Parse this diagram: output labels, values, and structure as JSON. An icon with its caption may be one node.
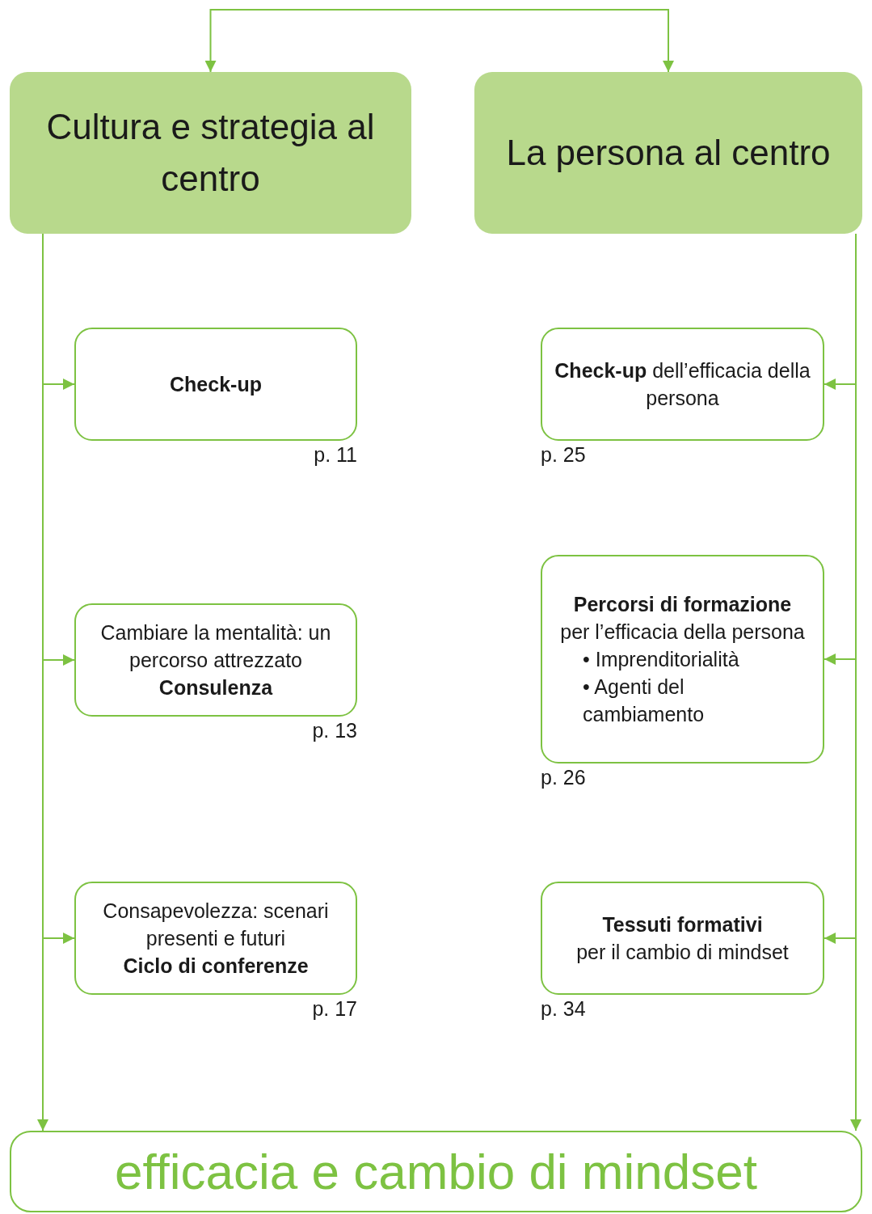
{
  "diagram": {
    "nodes": [
      {
        "text": [
          "Cultura e strategia al centro"
        ]
      },
      {
        "text": [
          "La persona al centro"
        ]
      },
      {
        "text": [
          "Check-up"
        ],
        "beside": [
          "p. 11"
        ]
      },
      {
        "text": [
          "**Check-up** dell’efficacia della persona"
        ],
        "beside": [
          "p. 25"
        ]
      },
      {
        "text": [
          "Cambiare la mentalità: un percorso attrezzato",
          "Consulenza"
        ],
        "beside": [
          "p. 13"
        ]
      },
      {
        "text": [
          "Percorsi di formazione",
          "per l’efficacia della persona",
          "• Imprenditorialità",
          "• Agenti del cambiamento"
        ],
        "beside": [
          "p. 26"
        ]
      },
      {
        "text": [
          "Consapevolezza: scenari presenti e futuri",
          "Ciclo di conferenze"
        ],
        "beside": [
          "p. 17"
        ]
      },
      {
        "text": [
          "Tessuti formativi",
          "per il cambio di mindset"
        ],
        "beside": [
          "p. 34"
        ]
      },
      {
        "text": [
          "efficacia e cambio di mindset"
        ]
      }
    ],
    "edges": [
      {
        "from": 0,
        "to": 1,
        "arrow": "both"
      },
      {
        "from": 0,
        "to": 2,
        "arrow": "to"
      },
      {
        "from": 0,
        "to": 4,
        "arrow": "to"
      },
      {
        "from": 0,
        "to": 6,
        "arrow": "to"
      },
      {
        "from": 0,
        "to": 8,
        "arrow": "to"
      },
      {
        "from": 1,
        "to": 3,
        "arrow": "to"
      },
      {
        "from": 1,
        "to": 5,
        "arrow": "to"
      },
      {
        "from": 1,
        "to": 7,
        "arrow": "to"
      },
      {
        "from": 1,
        "to": 8,
        "arrow": "to"
      }
    ]
  }
}
